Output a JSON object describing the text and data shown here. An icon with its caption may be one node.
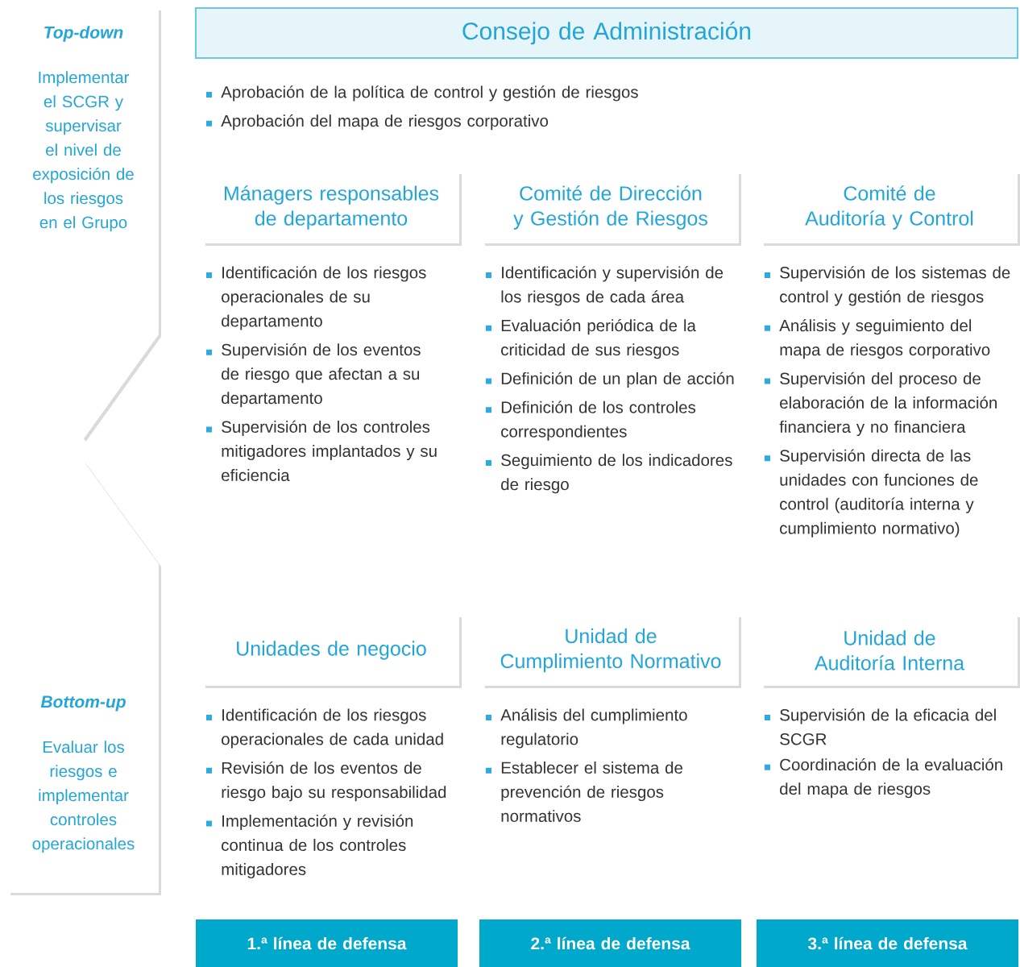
{
  "diagram": {
    "nodes": [
      {
        "text": [
          "Top-down",
          "Implementar el SCGR y supervisar el nivel de exposición de los riesgos en el Grupo"
        ]
      },
      {
        "text": [
          "Bottom-up",
          "Evaluar los riesgos e implementar controles operacionales"
        ]
      },
      {
        "text": [
          "Consejo de Administración"
        ],
        "beside": [
          "Aprobación de la política de control y gestión de riesgos",
          "Aprobación del mapa de riesgos corporativo"
        ]
      },
      {
        "text": [
          "Mánagers responsables de departamento"
        ],
        "beside": [
          "Identificación de los riesgos operacionales de su departamento",
          "Supervisión de los eventos de riesgo que afectan a su departamento",
          "Supervisión de los controles mitigadores implantados y su eficiencia"
        ]
      },
      {
        "text": [
          "Comité de Dirección y Gestión de Riesgos"
        ],
        "beside": [
          "Identificación y supervisión de los riesgos de cada área",
          "Evaluación periódica de la criticidad de sus riesgos",
          "Definición de un plan de acción",
          "Definición de los controles correspondientes",
          "Seguimiento de los indicadores de riesgo"
        ]
      },
      {
        "text": [
          "Comité de Auditoría y Control"
        ],
        "beside": [
          "Supervisión de los sistemas de control y gestión de riesgos",
          "Análisis y seguimiento del mapa de riesgos corporativo",
          "Supervisión del proceso de elaboración de la información financiera y no financiera",
          "Supervisión directa de las unidades con funciones de control (auditoría interna y cumplimiento normativo)"
        ]
      },
      {
        "text": [
          "Unidades de negocio"
        ],
        "beside": [
          "Identificación de los riesgos operacionales de cada unidad",
          "Revisión de los eventos de riesgo bajo su responsabilidad",
          "Implementación y revisión continua de los controles mitigadores"
        ]
      },
      {
        "text": [
          "Unidad de Cumplimiento Normativo"
        ],
        "beside": [
          "Análisis del cumplimiento regulatorio",
          "Establecer el sistema de prevención de riesgos normativos"
        ]
      },
      {
        "text": [
          "Unidad de Auditoría Interna"
        ],
        "beside": [
          "Supervisión de la eficacia del SCGR",
          "Coordinación de la evaluación del mapa de riesgos"
        ]
      },
      {
        "text": [
          "1.ª línea de defensa"
        ]
      },
      {
        "text": [
          "2.ª línea de defensa"
        ]
      },
      {
        "text": [
          "3.ª línea de defensa"
        ]
      }
    ]
  }
}
